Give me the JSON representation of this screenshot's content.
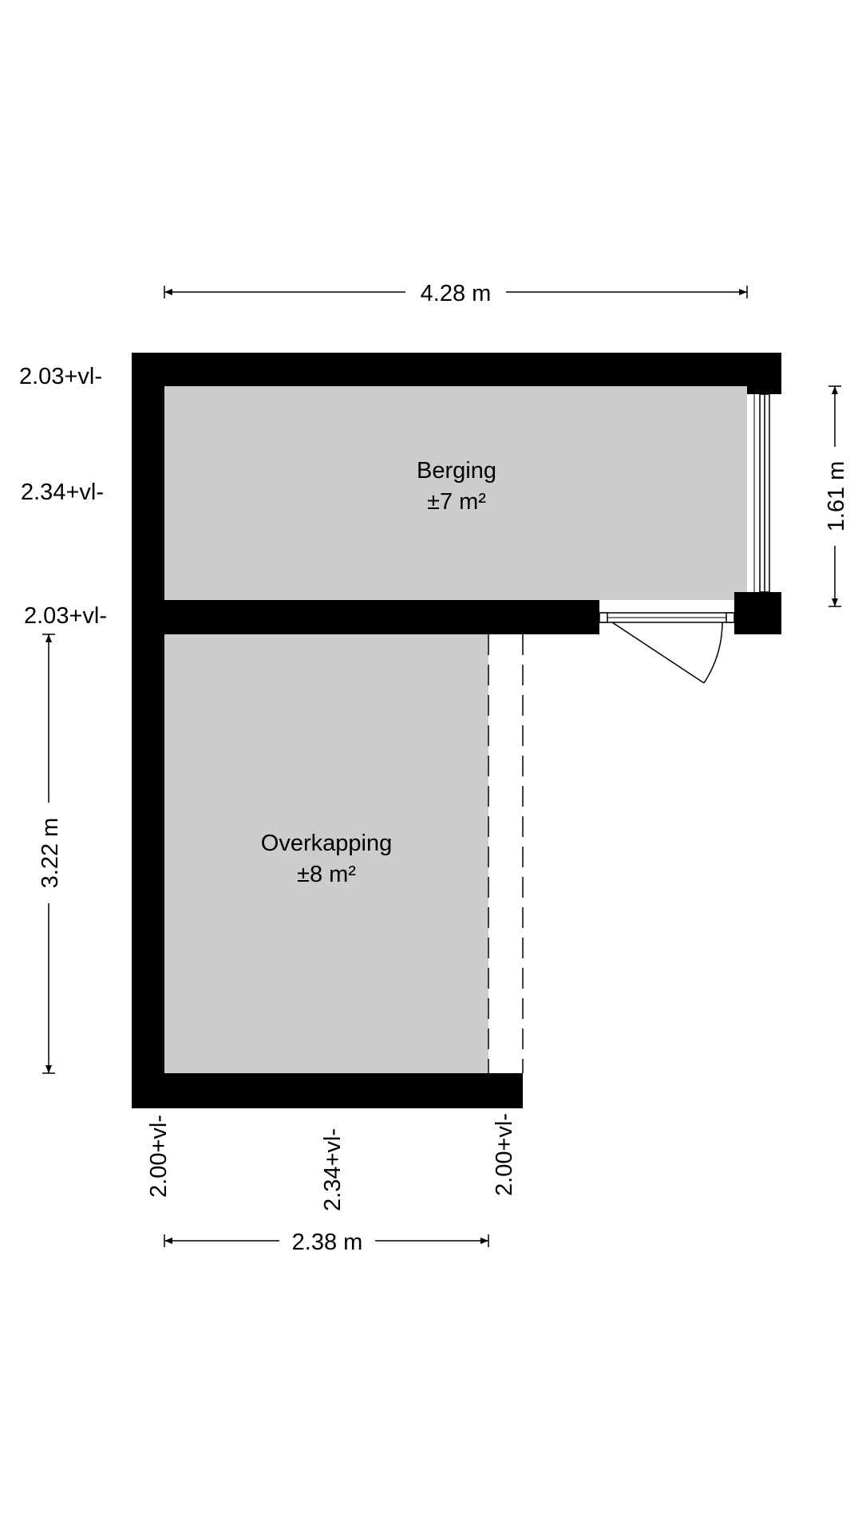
{
  "rooms": {
    "berging": {
      "name": "Berging",
      "area": "±7 m²"
    },
    "overkapping": {
      "name": "Overkapping",
      "area": "±8 m²"
    }
  },
  "dimensions": {
    "top_width": "4.28 m",
    "right_height": "1.61 m",
    "left_height": "3.22 m",
    "bottom_width": "2.38 m"
  },
  "heights": {
    "top_left": "2.03+vl-",
    "mid_left": "2.34+vl-",
    "lower_left": "2.03+vl-",
    "bottom_left": "2.00+vl-",
    "bottom_mid": "2.34+vl-",
    "bottom_right": "2.00+vl-"
  },
  "colors": {
    "wall": "#000000",
    "floor": "#cccccc",
    "background": "#ffffff",
    "line": "#000000"
  }
}
